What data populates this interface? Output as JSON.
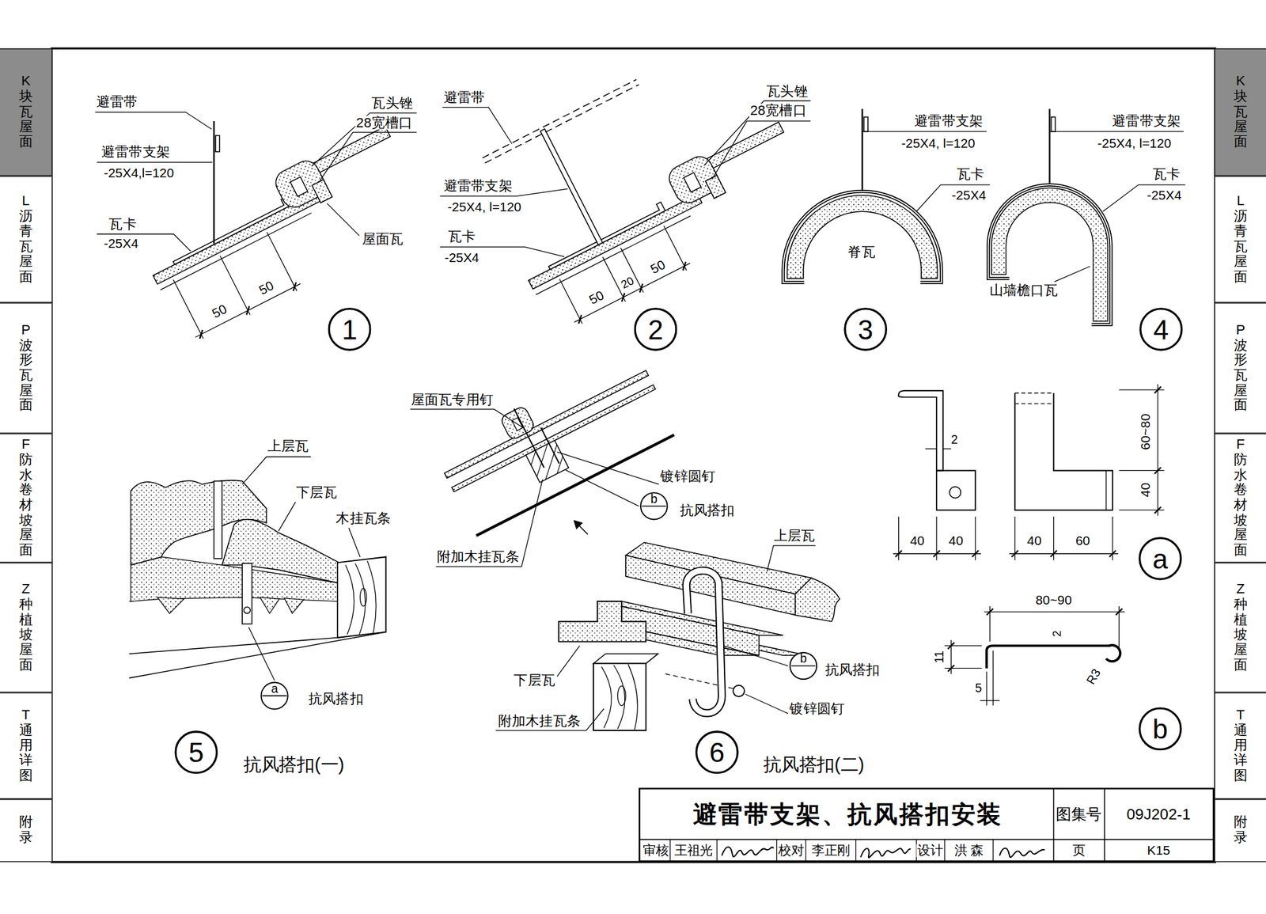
{
  "diagram": {
    "title": "避雷带支架、抗风搭扣安装",
    "nodes": [
      {
        "text": [
          "K块瓦屋面"
        ]
      },
      {
        "text": [
          "L沥青瓦屋面"
        ]
      },
      {
        "text": [
          "P波形瓦屋面"
        ]
      },
      {
        "text": [
          "F防水卷材坡屋面"
        ]
      },
      {
        "text": [
          "Z种植坡屋面"
        ]
      },
      {
        "text": [
          "T通用详图"
        ]
      },
      {
        "text": [
          "附录"
        ]
      },
      {
        "text": [
          "1"
        ]
      },
      {
        "text": [
          "2"
        ]
      },
      {
        "text": [
          "3"
        ]
      },
      {
        "text": [
          "4"
        ]
      },
      {
        "text": [
          "b"
        ]
      },
      {
        "text": [
          "a"
        ]
      },
      {
        "text": [
          "b"
        ]
      },
      {
        "text": [
          "a"
        ]
      },
      {
        "text": [
          "5"
        ]
      },
      {
        "text": [
          "6"
        ]
      },
      {
        "text": [
          "b"
        ]
      },
      {
        "text": [
          "K块瓦屋面"
        ]
      },
      {
        "text": [
          "L沥青瓦屋面"
        ]
      },
      {
        "text": [
          "P波形瓦屋面"
        ]
      },
      {
        "text": [
          "F防水卷材坡屋面"
        ]
      },
      {
        "text": [
          "Z种植坡屋面"
        ]
      },
      {
        "text": [
          "T通用详图"
        ]
      },
      {
        "text": [
          "附录"
        ]
      }
    ],
    "labels": [
      "避雷带",
      "避雷带支架",
      "-25X4,l=120",
      "瓦卡",
      "-25X4",
      "瓦头锉",
      "28宽槽口",
      "屋面瓦",
      "50",
      "50",
      "避雷带",
      "瓦头锉",
      "28宽槽口",
      "避雷带支架",
      "-25X4, l=120",
      "瓦卡",
      "-25X4",
      "50",
      "20",
      "50",
      "避雷带支架",
      "-25X4, l=120",
      "瓦卡",
      "-25X4",
      "脊瓦",
      "避雷带支架",
      "-25X4, l=120",
      "瓦卡",
      "-25X4",
      "山墙檐口瓦",
      "屋面瓦专用钉",
      "镀锌圆钉",
      "抗风搭扣",
      "附加木挂瓦条",
      "上层瓦",
      "下层瓦",
      "木挂瓦条",
      "抗风搭扣",
      "抗风搭扣(一)",
      "上层瓦",
      "下层瓦",
      "抗风搭扣",
      "镀锌圆钉",
      "附加木挂瓦条",
      "抗风搭扣(二)",
      "2",
      "60~80",
      "40",
      "40",
      "40",
      "40",
      "60",
      "80~90",
      "2",
      "11",
      "5",
      "R3",
      "图集号",
      "09J202-1",
      "审核",
      "王祖光",
      "校对",
      "李正刚",
      "设计",
      "洪 森",
      "页",
      "K15"
    ]
  }
}
